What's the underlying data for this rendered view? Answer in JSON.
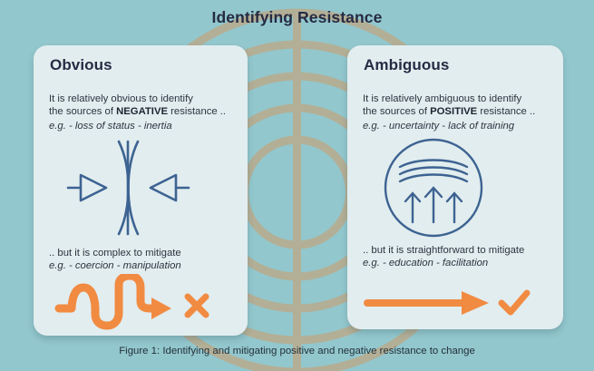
{
  "figure": {
    "title": "Identifying Resistance",
    "caption": "Figure 1: Identifying and mitigating positive and negative resistance to change",
    "background_color": "#92c7cd",
    "ring_color": "#b3af96",
    "card_color": "#e2edef",
    "title_color": "#262b44",
    "accent_blue": "#3d6392",
    "accent_orange": "#f18b42"
  },
  "cards": [
    {
      "id": "obvious",
      "heading": "Obvious",
      "identify_line_1": "It is relatively obvious to identify",
      "identify_line_2_pre": "the sources of ",
      "identify_line_2_strong": "NEGATIVE",
      "identify_line_2_post": " resistance ..",
      "examples_identify": "e.g.  - loss of status - inertia",
      "mitigate_line": ".. but it is complex to mitigate",
      "examples_mitigate": "e.g. - coercion - manipulation",
      "icon_top": "opposing-inward-arrows-icon",
      "icon_bottom": "squiggly-arrow-icon",
      "verdict_mark": "cross-mark-icon"
    },
    {
      "id": "ambiguous",
      "heading": "Ambiguous",
      "identify_line_1": "It is relatively ambiguous to identify",
      "identify_line_2_pre": "the sources of ",
      "identify_line_2_strong": "POSITIVE",
      "identify_line_2_post": " resistance ..",
      "examples_identify": "e.g. - uncertainty   - lack of training",
      "mitigate_line": ".. but it is straightforward to mitigate",
      "examples_mitigate": "e.g.  - education   - facilitation",
      "icon_top": "circle-upward-arrows-icon",
      "icon_bottom": "straight-arrow-icon",
      "verdict_mark": "check-mark-icon"
    }
  ]
}
